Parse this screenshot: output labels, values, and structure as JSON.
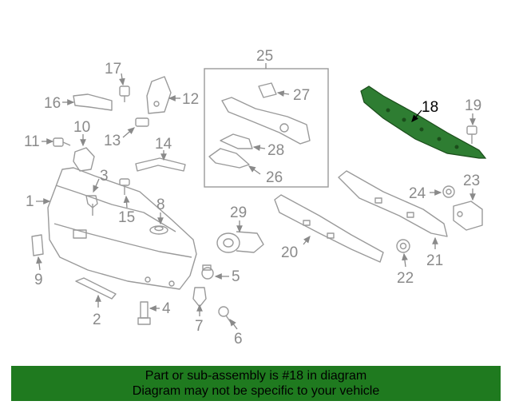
{
  "diagram": {
    "callouts": [
      "1",
      "2",
      "3",
      "4",
      "5",
      "6",
      "7",
      "8",
      "9",
      "10",
      "11",
      "12",
      "13",
      "14",
      "15",
      "16",
      "17",
      "18",
      "19",
      "20",
      "21",
      "22",
      "23",
      "24",
      "25",
      "26",
      "27",
      "28",
      "29"
    ],
    "highlighted_part": "18",
    "highlight_color": "#2e7d32"
  },
  "banner": {
    "line1": "Part or sub-assembly is #18 in diagram",
    "line2": "Diagram may not be specific to your vehicle",
    "background": "#1f7a1f"
  }
}
